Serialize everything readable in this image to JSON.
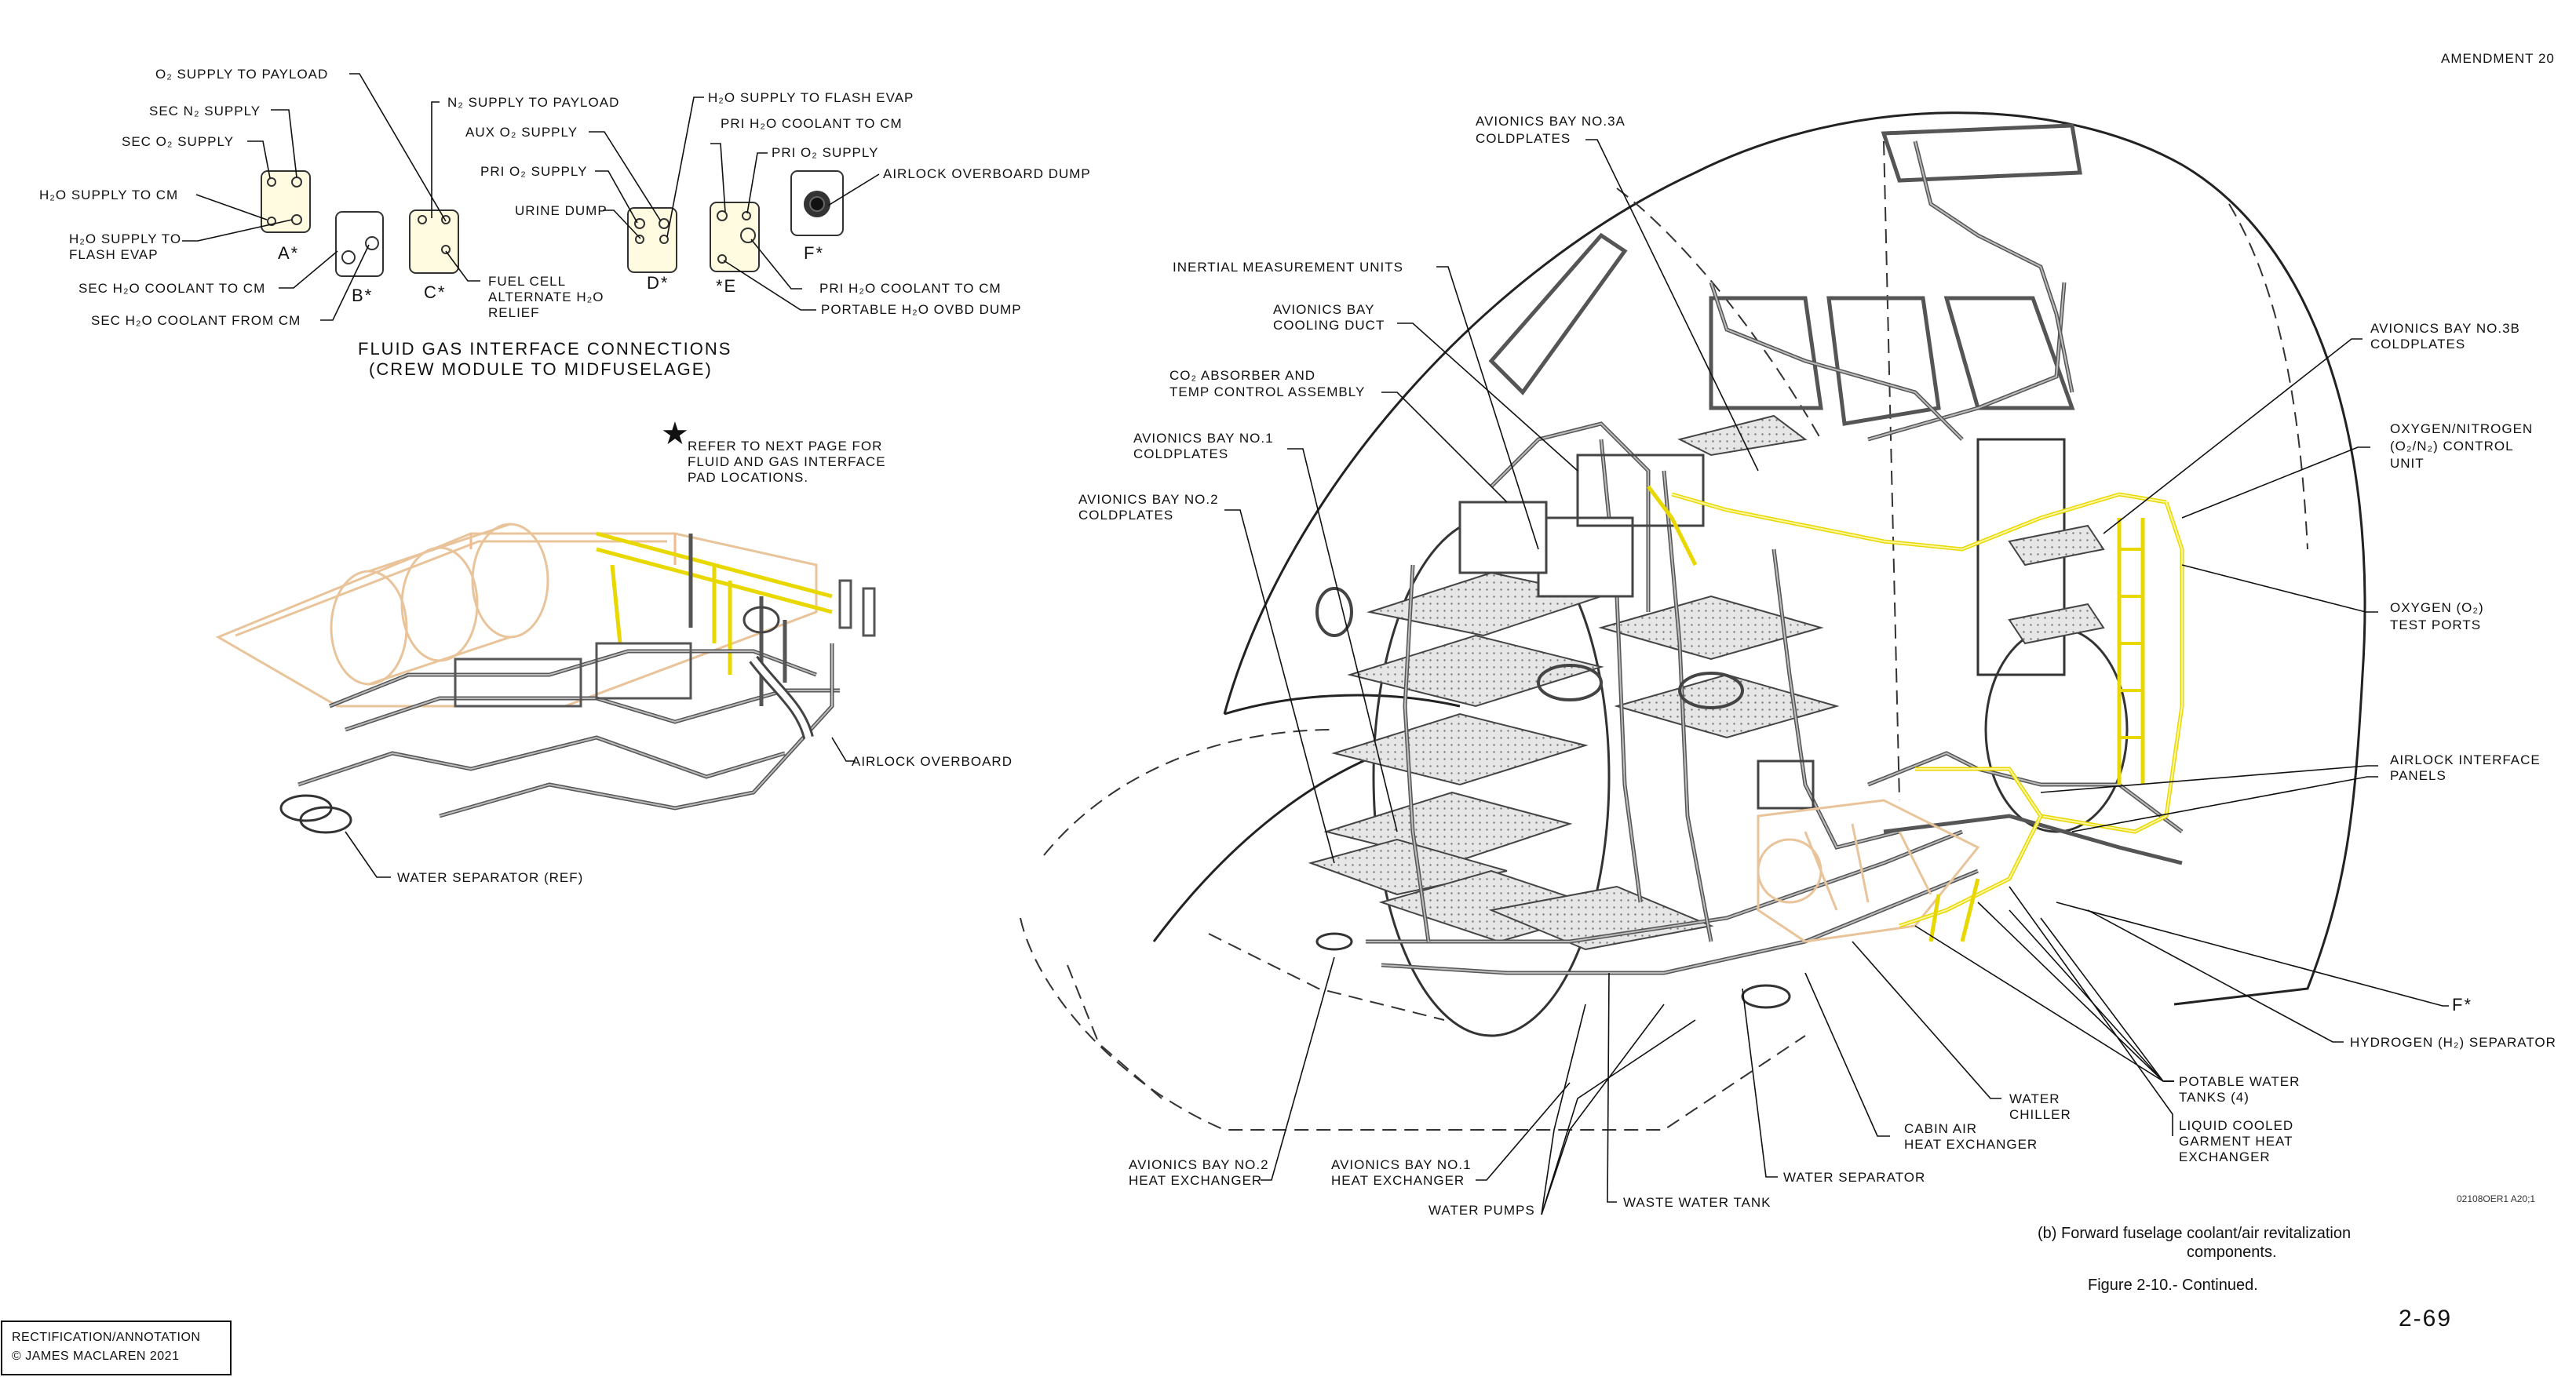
{
  "header": {
    "amendment": "AMENDMENT 20"
  },
  "interface_panel": {
    "title_line1": "FLUID GAS INTERFACE CONNECTIONS",
    "title_line2": "(CREW MODULE TO MIDFUSELAGE)",
    "connectors": [
      "A*",
      "B*",
      "C*",
      "D*",
      "*E",
      "F*"
    ],
    "labels": {
      "o2_supply_payload": "O₂ SUPPLY TO PAYLOAD",
      "sec_n2_supply": "SEC N₂ SUPPLY",
      "sec_o2_supply": "SEC O₂ SUPPLY",
      "h2o_supply_cm": "H₂O SUPPLY TO CM",
      "h2o_supply_flash_1": "H₂O SUPPLY TO",
      "h2o_supply_flash_2": "FLASH EVAP",
      "sec_h2o_coolant_to": "SEC H₂O COOLANT TO CM",
      "sec_h2o_coolant_from": "SEC H₂O COOLANT FROM CM",
      "n2_supply_payload": "N₂ SUPPLY TO PAYLOAD",
      "aux_o2_supply": "AUX O₂ SUPPLY",
      "pri_o2_supply_d": "PRI O₂ SUPPLY",
      "urine_dump": "URINE DUMP",
      "fuel_cell_1": "FUEL CELL",
      "fuel_cell_2": "ALTERNATE H₂O",
      "fuel_cell_3": "RELIEF",
      "h2o_flash_evap": "H₂O SUPPLY TO FLASH EVAP",
      "pri_h2o_coolant_top": "PRI H₂O COOLANT TO CM",
      "pri_o2_supply_e": "PRI O₂ SUPPLY",
      "airlock_ovbd_dump": "AIRLOCK OVERBOARD DUMP",
      "pri_h2o_coolant_bottom": "PRI H₂O COOLANT TO CM",
      "portable_h2o_ovbd": "PORTABLE H₂O OVBD DUMP"
    }
  },
  "note": {
    "star": "★",
    "line1": "REFER TO NEXT PAGE FOR",
    "line2": "FLUID AND GAS INTERFACE",
    "line3": "PAD LOCATIONS."
  },
  "left_assembly": {
    "airlock_overboard": "AIRLOCK OVERBOARD",
    "water_separator_ref": "WATER SEPARATOR (REF)"
  },
  "main_labels": {
    "av3a_1": "AVIONICS BAY NO.3A",
    "av3a_2": "COLDPLATES",
    "imu": "INERTIAL MEASUREMENT UNITS",
    "avcool_1": "AVIONICS BAY",
    "avcool_2": "COOLING DUCT",
    "co2_1": "CO₂ ABSORBER AND",
    "co2_2": "TEMP CONTROL ASSEMBLY",
    "av1_1": "AVIONICS BAY NO.1",
    "av1_2": "COLDPLATES",
    "av2_1": "AVIONICS BAY NO.2",
    "av2_2": "COLDPLATES",
    "av3b_1": "AVIONICS BAY NO.3B",
    "av3b_2": "COLDPLATES",
    "on2_1": "OXYGEN/NITROGEN",
    "on2_2": "(O₂/N₂) CONTROL",
    "on2_3": "UNIT",
    "o2tp_1": "OXYGEN (O₂)",
    "o2tp_2": "TEST PORTS",
    "alip_1": "AIRLOCK INTERFACE",
    "alip_2": "PANELS",
    "f_star": "F*",
    "h2sep": "HYDROGEN (H₂) SEPARATOR",
    "pwt_1": "POTABLE WATER",
    "pwt_2": "TANKS (4)",
    "wch_1": "WATER",
    "wch_2": "CHILLER",
    "lcg_1": "LIQUID COOLED",
    "lcg_2": "GARMENT HEAT",
    "lcg_3": "EXCHANGER",
    "cahx_1": "CABIN AIR",
    "cahx_2": "HEAT EXCHANGER",
    "wsep": "WATER SEPARATOR",
    "wwt": "WASTE WATER TANK",
    "wp": "WATER PUMPS",
    "av2hx_1": "AVIONICS BAY NO.2",
    "av2hx_2": "HEAT EXCHANGER",
    "av1hx_1": "AVIONICS BAY NO.1",
    "av1hx_2": "HEAT EXCHANGER"
  },
  "footer": {
    "drawing_number": "02108OER1 A20;1",
    "caption_line1": "(b) Forward fuselage coolant/air revitalization",
    "caption_line2": "components.",
    "figure": "Figure 2-10.- Continued.",
    "page_number": "2-69"
  },
  "copyright": {
    "line1": "RECTIFICATION/ANNOTATION",
    "line2": "© JAMES MACLAREN 2021"
  }
}
